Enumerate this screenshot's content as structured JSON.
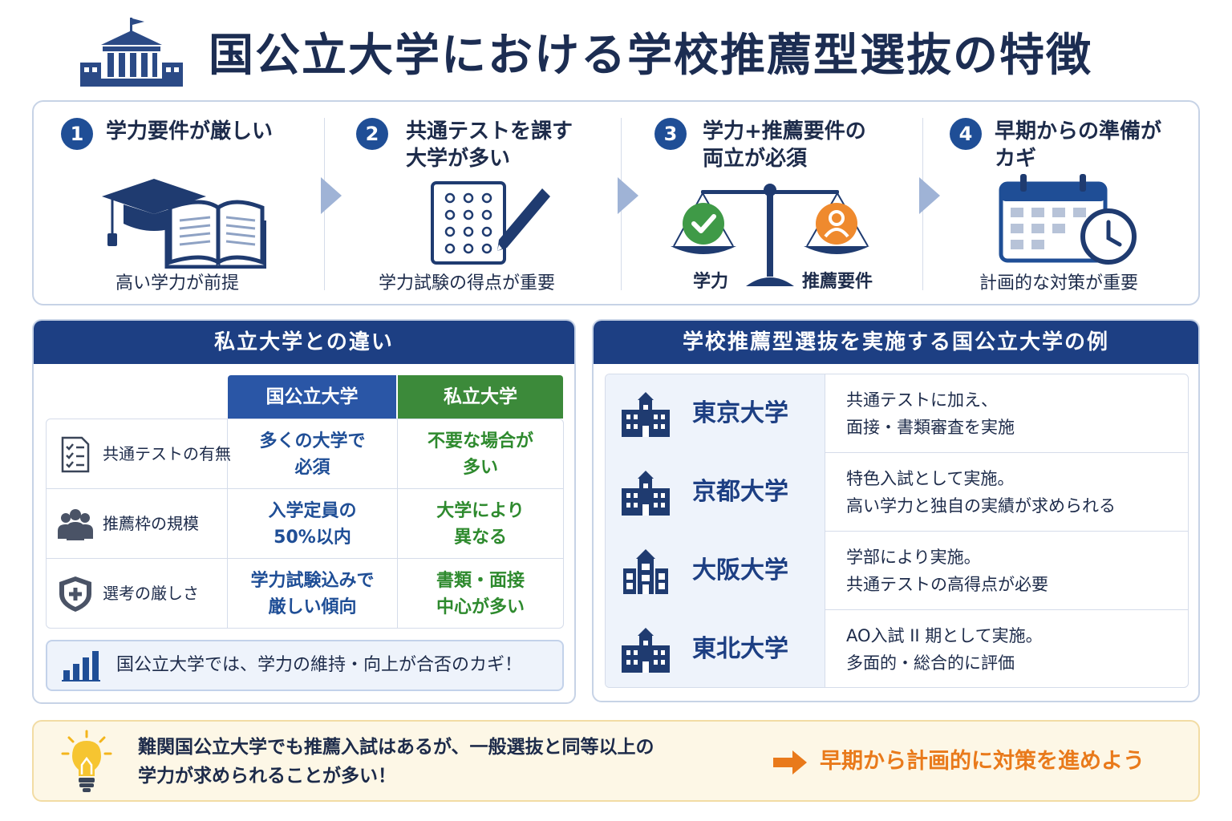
{
  "title": "国公立大学における学校推薦型選抜の特徴",
  "colors": {
    "navy": "#1d3f83",
    "blue": "#1f4e96",
    "green": "#2e8a2e",
    "orange": "#e97a1b",
    "panel_border": "#c7d3e6"
  },
  "steps": [
    {
      "num": "1",
      "title": "学力要件が厳しい",
      "caption": "高い学力が前提",
      "icon": "graduation-cap-book-icon"
    },
    {
      "num": "2",
      "title": "共通テストを課す\n大学が多い",
      "caption": "学力試験の得点が重要",
      "icon": "answer-sheet-pencil-icon"
    },
    {
      "num": "3",
      "title": "学力+推薦要件の\n両立が必須",
      "caption_left": "学力",
      "caption_right": "推薦要件",
      "icon": "balance-scale-icon"
    },
    {
      "num": "4",
      "title": "早期からの準備が\nカギ",
      "caption": "計画的な対策が重要",
      "icon": "calendar-clock-icon"
    }
  ],
  "comparison": {
    "header": "私立大学との違い",
    "col_national": "国公立大学",
    "col_private": "私立大学",
    "rows": [
      {
        "label": "共通テストの有無",
        "national": "多くの大学で\n必須",
        "private": "不要な場合が\n多い",
        "icon": "checklist-icon"
      },
      {
        "label": "推薦枠の規模",
        "national": "入学定員の\n50%以内",
        "private": "大学により\n異なる",
        "icon": "people-group-icon"
      },
      {
        "label": "選考の厳しさ",
        "national": "学力試験込みで\n厳しい傾向",
        "private": "書類・面接\n中心が多い",
        "icon": "shield-plus-icon"
      }
    ],
    "key_message": "国公立大学では、学力の維持・向上が合否のカギ！"
  },
  "universities": {
    "header": "学校推薦型選抜を実施する国公立大学の例",
    "rows": [
      {
        "name": "東京大学",
        "desc": "共通テストに加え、\n面接・書類審査を実施"
      },
      {
        "name": "京都大学",
        "desc": "特色入試として実施。\n高い学力と独自の実績が求められる"
      },
      {
        "name": "大阪大学",
        "desc": "学部により実施。\n共通テストの高得点が必要"
      },
      {
        "name": "東北大学",
        "desc": "AO入試 II 期として実施。\n多面的・総合的に評価"
      }
    ]
  },
  "tip": {
    "text": "難関国公立大学でも推薦入試はあるが、一般選抜と同等以上の\n学力が求められることが多い！",
    "cta": "早期から計画的に対策を進めよう"
  }
}
